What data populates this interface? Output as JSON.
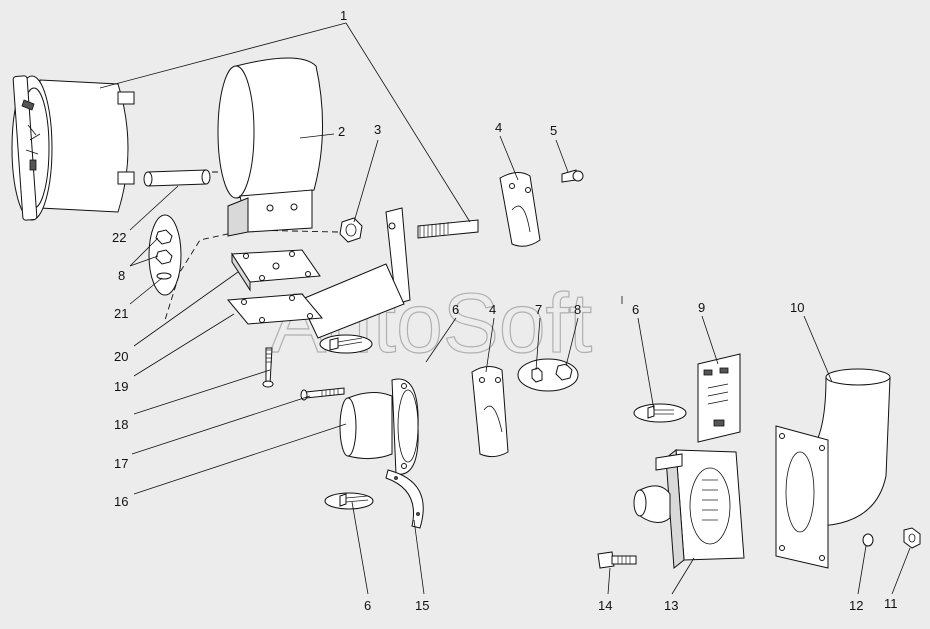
{
  "watermark": "AutoSoft",
  "labels": {
    "l1": "1",
    "l2": "2",
    "l3": "3",
    "l4a": "4",
    "l4b": "4",
    "l5": "5",
    "l6a": "6",
    "l6b": "6",
    "l6c": "6",
    "l7": "7",
    "l8a": "8",
    "l8b": "8",
    "l9": "9",
    "l10": "10",
    "l11": "11",
    "l12": "12",
    "l13": "13",
    "l14": "14",
    "l15": "15",
    "l16": "16",
    "l17": "17",
    "l18": "18",
    "l19": "19",
    "l20": "20",
    "l21": "21",
    "l22": "22"
  }
}
